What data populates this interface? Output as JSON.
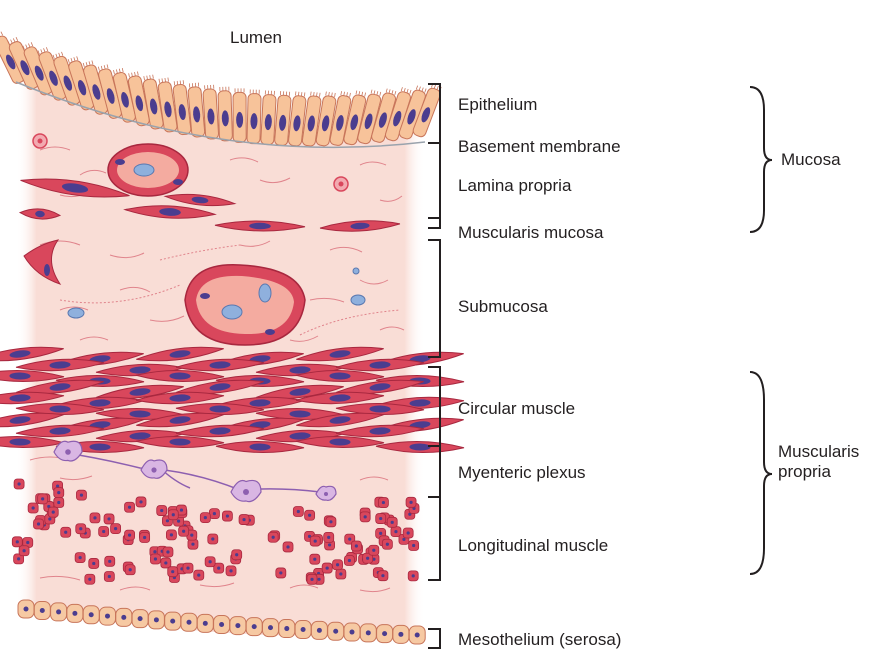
{
  "lumen": "Lumen",
  "layers": {
    "epithelium": "Epithelium",
    "basement_membrane": "Basement membrane",
    "lamina_propria": "Lamina propria",
    "muscularis_mucosa": "Muscularis mucosa",
    "submucosa": "Submucosa",
    "circular_muscle": "Circular muscle",
    "myenteric_plexus": "Myenteric plexus",
    "longitudinal_muscle": "Longitudinal muscle",
    "mesothelium": "Mesothelium (serosa)"
  },
  "groups": {
    "mucosa": "Mucosa",
    "muscularis_propria": "Muscularis propria"
  },
  "colors": {
    "tissue": "#f9ddd6",
    "epithelial_cell": "#f7c39a",
    "cell_outline": "#c8755a",
    "nucleus": "#4b3d8f",
    "muscle": "#d9475c",
    "muscle_outline": "#a8283f",
    "neuron": "#d9b6e3",
    "vessel_lumen": "#8fb0dd",
    "mesothelial_cell": "#f6c9a3"
  }
}
